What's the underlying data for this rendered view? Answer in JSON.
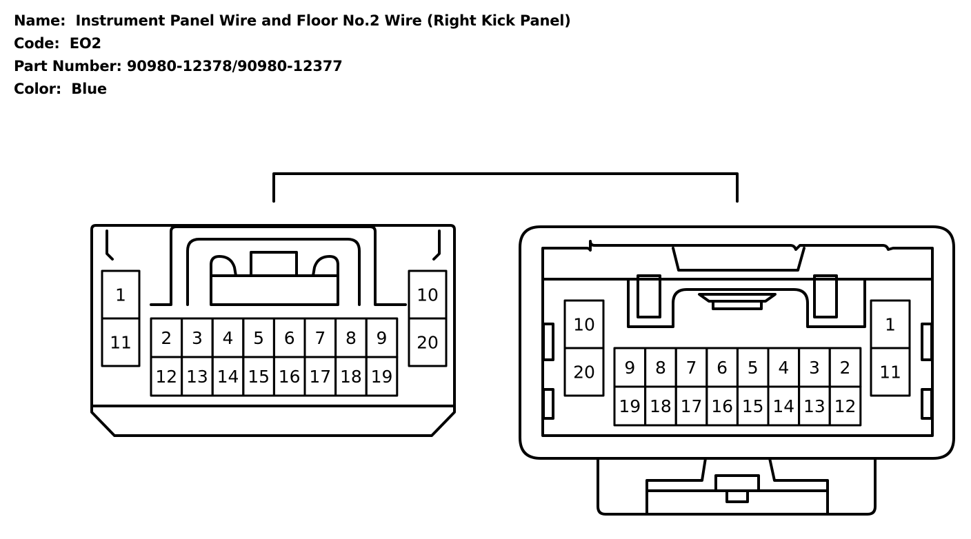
{
  "header": {
    "name_label": "Name:",
    "name_value": "Instrument Panel Wire and Floor No.2 Wire (Right Kick Panel)",
    "code_label": "Code:",
    "code_value": "EO2",
    "part_label": "Part Number:",
    "part_value": "90980-12378/90980-12377",
    "color_label": "Color:",
    "color_value": "Blue"
  },
  "colors": {
    "line": "#000000",
    "background": "#ffffff"
  },
  "connector_left": {
    "side_left": [
      "1",
      "11"
    ],
    "side_right": [
      "10",
      "20"
    ],
    "top_row": [
      "2",
      "3",
      "4",
      "5",
      "6",
      "7",
      "8",
      "9"
    ],
    "bottom_row": [
      "12",
      "13",
      "14",
      "15",
      "16",
      "17",
      "18",
      "19"
    ]
  },
  "connector_right": {
    "side_left": [
      "10",
      "20"
    ],
    "side_right": [
      "1",
      "11"
    ],
    "top_row": [
      "9",
      "8",
      "7",
      "6",
      "5",
      "4",
      "3",
      "2"
    ],
    "bottom_row": [
      "19",
      "18",
      "17",
      "16",
      "15",
      "14",
      "13",
      "12"
    ]
  }
}
